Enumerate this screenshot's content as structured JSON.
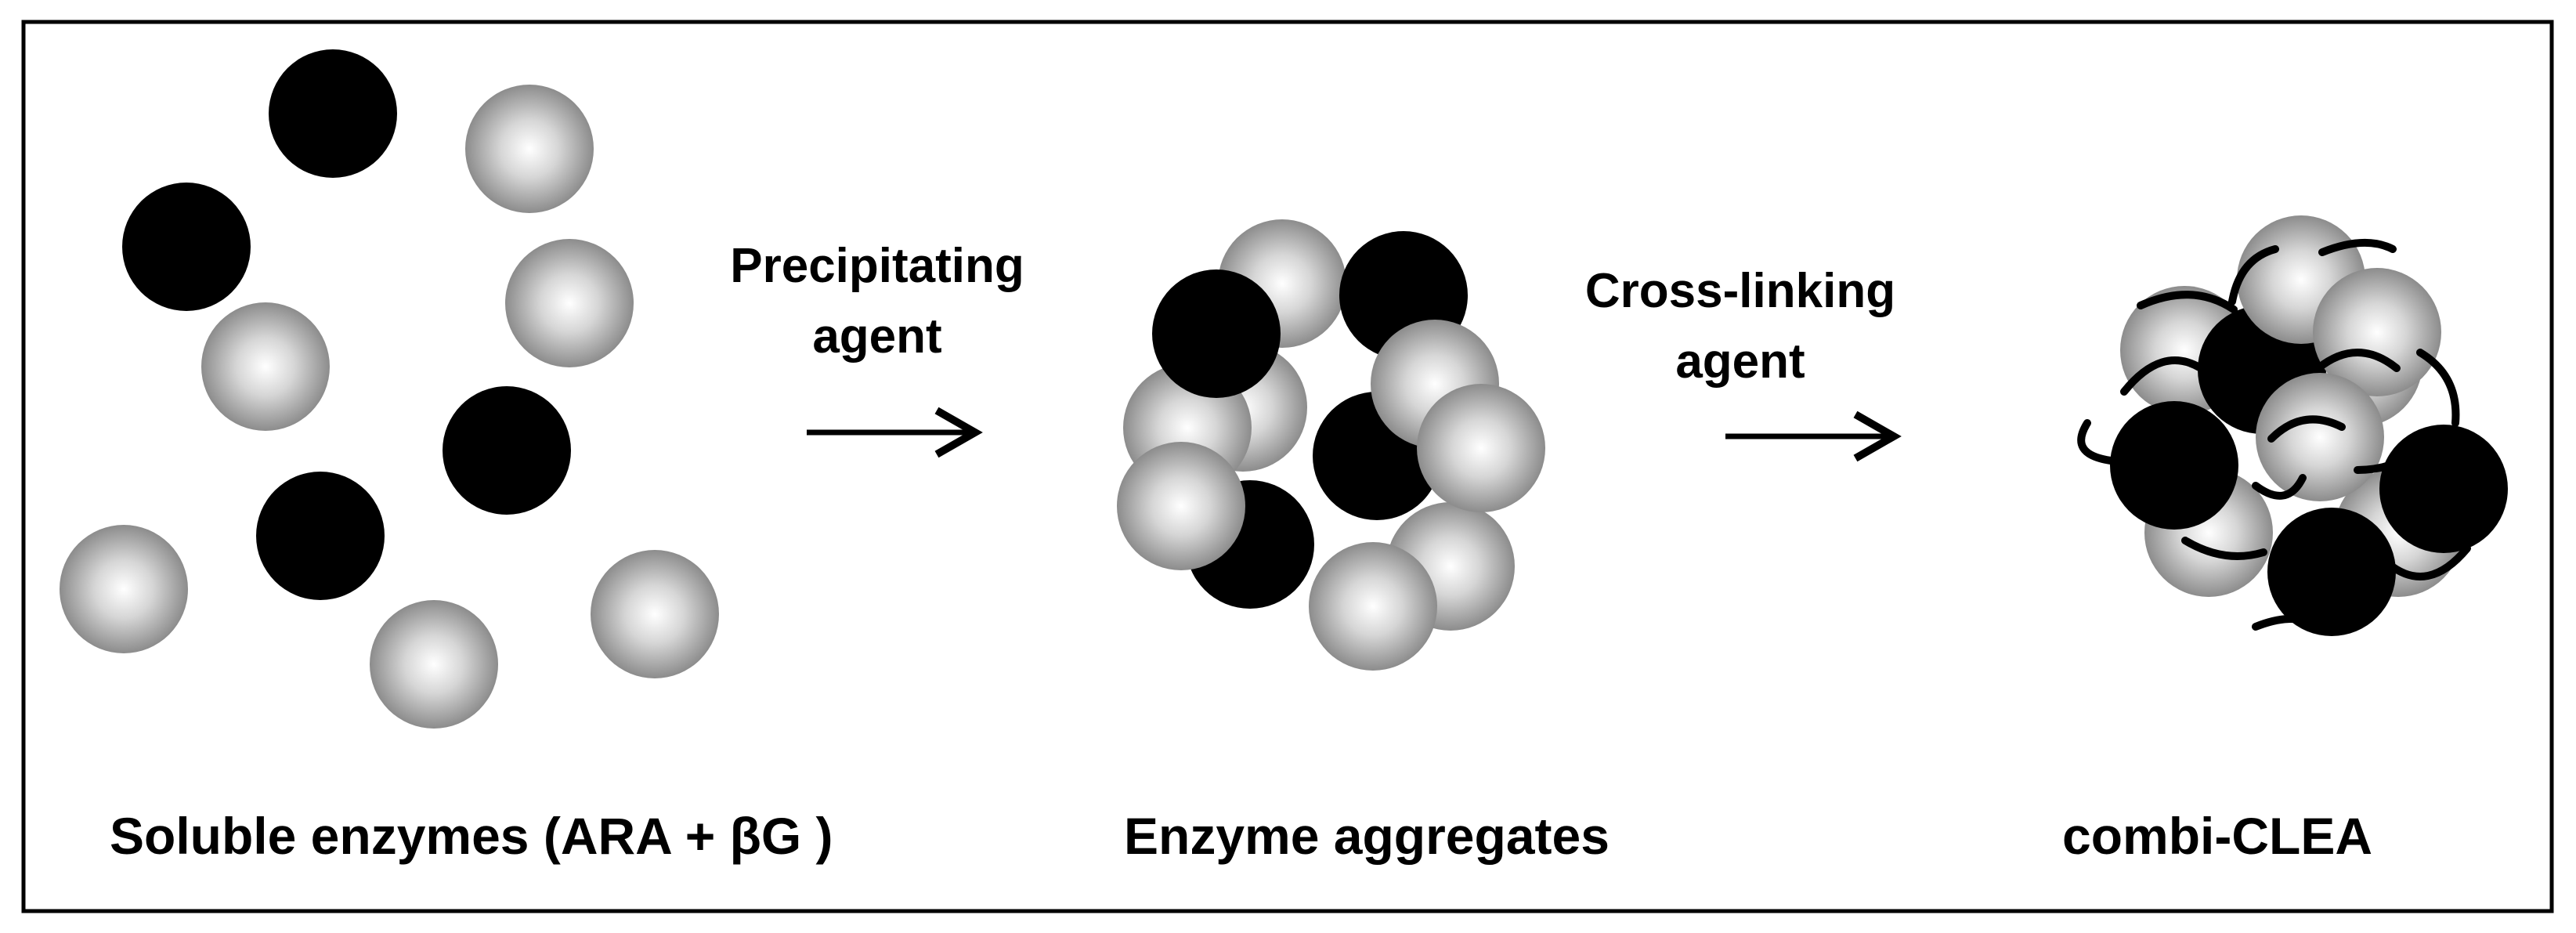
{
  "colors": {
    "background": "#ffffff",
    "frame": "#000000",
    "dark_enzyme": "#000000",
    "light_enzyme_center": "#ffffff",
    "light_enzyme_edge": "#8c8c8c",
    "arrow": "#000000"
  },
  "stages": [
    {
      "caption": "Soluble enzymes (ARA + βG )"
    },
    {
      "caption": "Enzyme aggregates"
    },
    {
      "caption": "combi-CLEA"
    }
  ],
  "steps": [
    {
      "line1": "Precipitating",
      "line2": "agent",
      "icon": "arrow-right-icon"
    },
    {
      "line1": "Cross-linking",
      "line2": "agent",
      "icon": "arrow-right-icon"
    }
  ]
}
